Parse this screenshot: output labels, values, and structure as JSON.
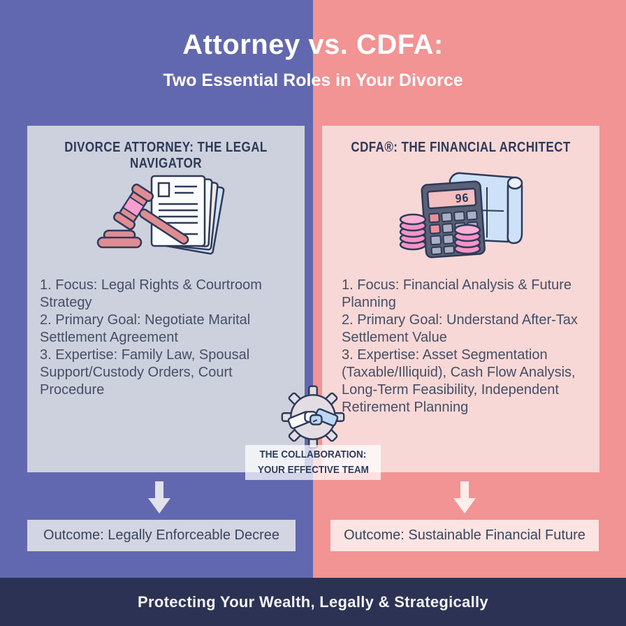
{
  "page": {
    "title": "Attorney vs. CDFA:",
    "subtitle": "Two Essential Roles in Your Divorce",
    "footer": "Protecting Your Wealth, Legally & Strategically"
  },
  "left_card": {
    "header": "DIVORCE ATTORNEY: THE LEGAL NAVIGATOR",
    "icon": "gavel-documents-icon",
    "items": [
      "1. Focus: Legal Rights & Courtroom Strategy",
      "2. Primary Goal: Negotiate Marital Settlement Agreement",
      "3. Expertise: Family Law, Spousal Support/Custody Orders, Court Procedure"
    ],
    "outcome": "Outcome: Legally Enforceable Decree"
  },
  "right_card": {
    "header": "CDFA®: THE FINANCIAL ARCHITECT",
    "icon": "calculator-coins-blueprint-icon",
    "calculator_display": "96",
    "items": [
      "1. Focus: Financial Analysis & Future Planning",
      "2. Primary Goal: Understand After-Tax Settlement Value",
      "3. Expertise: Asset Segmentation (Taxable/Illiquid), Cash Flow Analysis, Long-Term Feasibility, Independent Retirement Planning"
    ],
    "outcome": "Outcome: Sustainable Financial Future"
  },
  "collaboration": {
    "icon": "gear-handshake-icon",
    "label_line1": "THE COLLABORATION:",
    "label_line2": "YOUR EFFECTIVE TEAM"
  },
  "colors": {
    "left_background": "#6268af",
    "right_background": "#f29394",
    "left_card": "#cdd1dd",
    "right_card": "#f8d8d6",
    "left_outcome_bar": "#d3d6e2",
    "right_outcome_bar": "#fbe4e2",
    "footer_background": "#2c3254",
    "heading_text": "#ffffff",
    "navy_text": "#2d3a59",
    "body_text": "#454e66"
  }
}
